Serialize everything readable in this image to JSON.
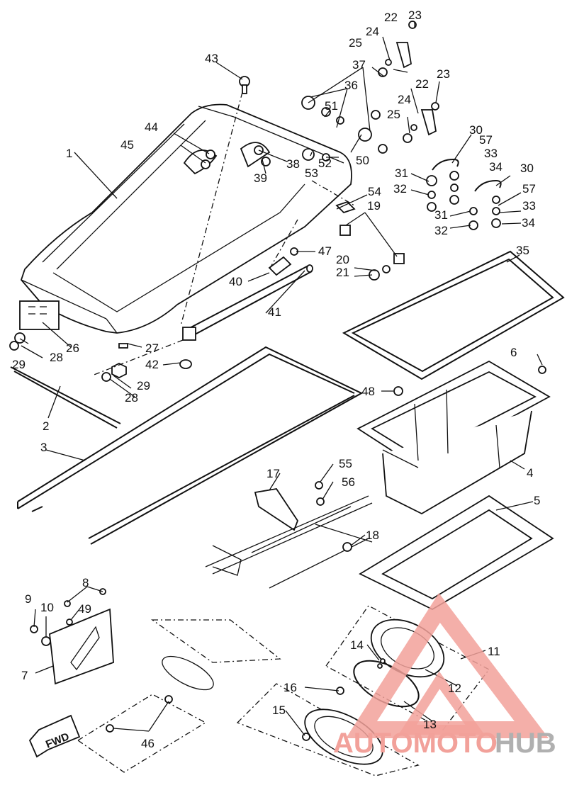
{
  "diagram": {
    "callouts": [
      "1",
      "2",
      "3",
      "4",
      "5",
      "6",
      "7",
      "8",
      "9",
      "10",
      "11",
      "12",
      "13",
      "14",
      "15",
      "16",
      "17",
      "18",
      "19",
      "20",
      "21",
      "22",
      "22",
      "23",
      "23",
      "24",
      "24",
      "25",
      "25",
      "26",
      "27",
      "28",
      "28",
      "29",
      "29",
      "30",
      "30",
      "31",
      "31",
      "32",
      "32",
      "33",
      "33",
      "34",
      "34",
      "35",
      "36",
      "37",
      "38",
      "39",
      "40",
      "41",
      "42",
      "43",
      "44",
      "45",
      "46",
      "47",
      "48",
      "49",
      "50",
      "51",
      "52",
      "53",
      "54",
      "55",
      "56",
      "57",
      "57"
    ],
    "fwd_label": "FWD",
    "watermark": {
      "part1": "AUTOMOTO",
      "part2": "HUB"
    },
    "colors": {
      "line": "#111111",
      "watermark_red": "#f2a19a",
      "watermark_grey": "#b0b0b0"
    }
  }
}
